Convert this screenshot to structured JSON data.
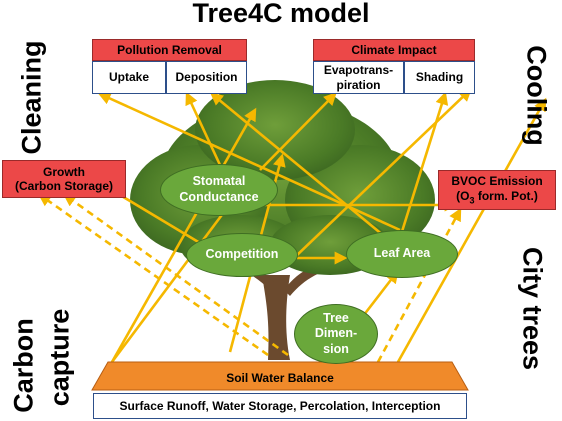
{
  "title": "Tree4C model",
  "side_labels": {
    "cleaning": "Cleaning",
    "cooling": "Cooling",
    "carbon": "Carbon",
    "capture": "capture",
    "city_trees": "City trees"
  },
  "pollution_removal": {
    "header": "Pollution Removal",
    "uptake": "Uptake",
    "deposition": "Deposition"
  },
  "climate_impact": {
    "header": "Climate Impact",
    "evapotranspiration_line1": "Evapotrans-",
    "evapotranspiration_line2": "piration",
    "shading": "Shading"
  },
  "growth": {
    "line1": "Growth",
    "line2": "(Carbon Storage)"
  },
  "bvoc": {
    "line1": "BVOC Emission",
    "line2_prefix": "(O",
    "line2_sub": "3",
    "line2_suffix": " form. Pot.)"
  },
  "nodes": {
    "stomatal_line1": "Stomatal",
    "stomatal_line2": "Conductance",
    "competition": "Competition",
    "leaf_area": "Leaf Area",
    "tree_line1": "Tree",
    "tree_line2": "Dimen-",
    "tree_line3": "sion"
  },
  "soil_water_balance": "Soil Water Balance",
  "soil_processes": "Surface Runoff, Water Storage, Percolation, Interception",
  "colors": {
    "arrow": "#f5b800",
    "red_box": "#ec4848",
    "oval": "#6aa83b",
    "soil": "#f08a2a",
    "border": "#2d4f8a",
    "foliage": "#4f7f2a",
    "trunk": "#6b4a2e"
  }
}
